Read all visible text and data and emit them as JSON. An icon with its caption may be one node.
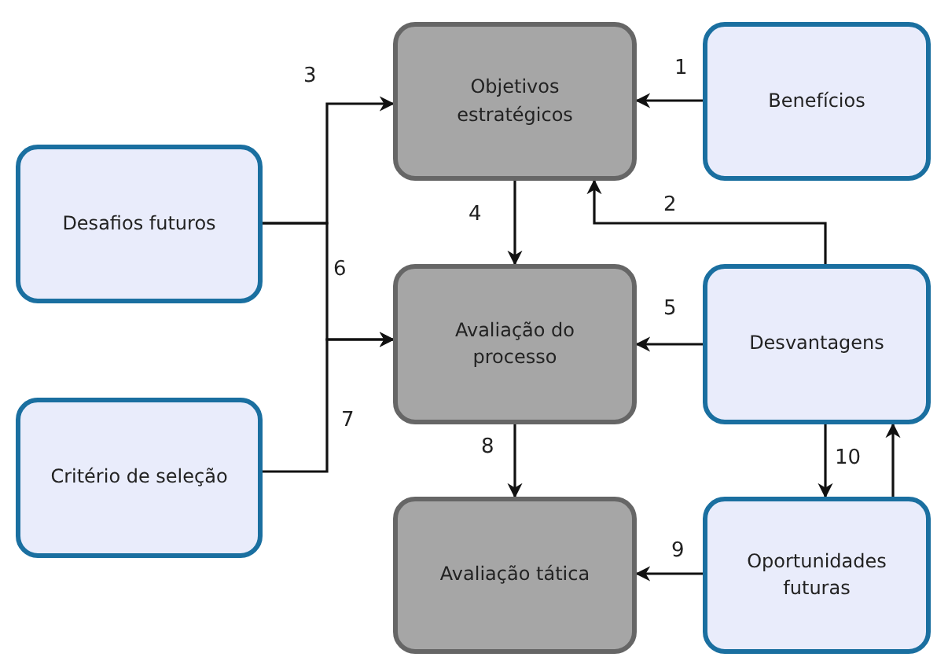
{
  "diagram": {
    "nodes": [
      {
        "text": [
          "Objetivos estratégicos"
        ]
      },
      {
        "text": [
          "Benefícios"
        ]
      },
      {
        "text": [
          "Desafios futuros"
        ]
      },
      {
        "text": [
          "Avaliação do processo"
        ]
      },
      {
        "text": [
          "Desvantagens"
        ]
      },
      {
        "text": [
          "Critério de seleção"
        ]
      },
      {
        "text": [
          "Avaliação tática"
        ]
      },
      {
        "text": [
          "Oportunidades futuras"
        ]
      }
    ],
    "edges": [
      {
        "from": 1,
        "to": 0,
        "arrow": "to",
        "label": "1"
      },
      {
        "from": 4,
        "to": 0,
        "arrow": "to",
        "label": "2"
      },
      {
        "from": 2,
        "to": 0,
        "arrow": "to",
        "label": "3"
      },
      {
        "from": 0,
        "to": 3,
        "arrow": "to",
        "label": "4"
      },
      {
        "from": 4,
        "to": 3,
        "arrow": "to",
        "label": "5"
      },
      {
        "from": 2,
        "to": 3,
        "arrow": "to",
        "label": "6"
      },
      {
        "from": 5,
        "to": 3,
        "arrow": "to",
        "label": "7"
      },
      {
        "from": 3,
        "to": 6,
        "arrow": "to",
        "label": "8"
      },
      {
        "from": 7,
        "to": 6,
        "arrow": "to",
        "label": "9"
      },
      {
        "from": 4,
        "to": 7,
        "arrow": "to",
        "label": "10"
      },
      {
        "from": 7,
        "to": 4,
        "arrow": "to"
      }
    ]
  }
}
